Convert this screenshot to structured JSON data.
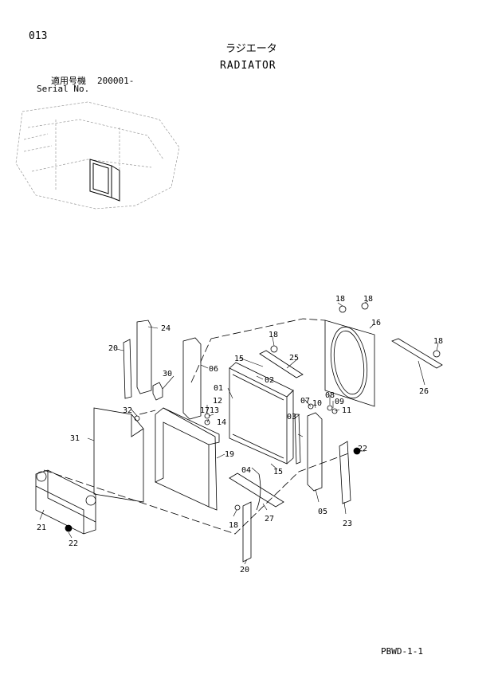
{
  "page_number": "013",
  "title_jp": "ラジエータ",
  "title_en": "RADIATOR",
  "serial_label_jp": "適用号機",
  "serial_value": "200001-",
  "serial_label_en": "Serial No.",
  "footer_code": "PBWD-1-1",
  "part_labels": [
    "01",
    "02",
    "03",
    "04",
    "05",
    "06",
    "07",
    "08",
    "09",
    "10",
    "11",
    "12",
    "13",
    "14",
    "15",
    "15",
    "16",
    "17",
    "18",
    "18",
    "18",
    "18",
    "18",
    "19",
    "20",
    "20",
    "21",
    "22",
    "22",
    "23",
    "24",
    "25",
    "26",
    "27",
    "30",
    "31",
    "32"
  ]
}
